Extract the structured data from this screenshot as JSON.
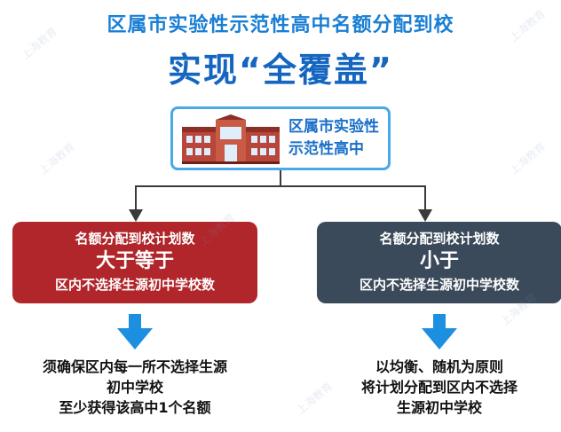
{
  "title": "区属市实验性示范性高中名额分配到校",
  "subtitle": "实现“全覆盖”",
  "top_node": {
    "label_line1": "区属市实验性",
    "label_line2": "示范性高中"
  },
  "left_branch": {
    "line1": "名额分配到校计划数",
    "line2": "大于等于",
    "line3": "区内不选择生源初中学校数",
    "outcome": [
      "须确保区内每一所不选择生源",
      "初中学校",
      "至少获得该高中1个名额"
    ],
    "color": "#b0262b"
  },
  "right_branch": {
    "line1": "名额分配到校计划数",
    "line2": "小于",
    "line3": "区内不选择生源初中学校数",
    "outcome": [
      "以均衡、随机为原则",
      "将计划分配到区内不选择",
      "生源初中学校"
    ],
    "color": "#3b4a5a"
  },
  "watermark": "上海教育"
}
